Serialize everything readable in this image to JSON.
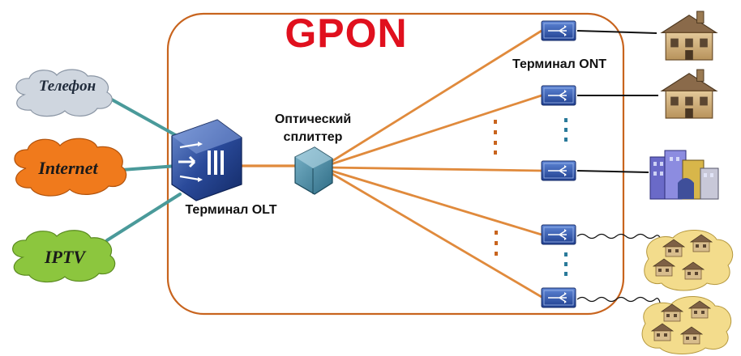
{
  "diagram": {
    "title": "GPON",
    "colors": {
      "title": "#e0101e",
      "frame": "#c8641e",
      "fiber": "#e08a3c",
      "feeder": "#4a9a9a",
      "cloud_phone": "#cfd6df",
      "cloud_internet": "#f07a1c",
      "cloud_iptv": "#8cc63e"
    },
    "services": [
      {
        "label": "Телефон",
        "icon": "cloud-icon"
      },
      {
        "label": "Internet",
        "icon": "cloud-icon"
      },
      {
        "label": "IPTV",
        "icon": "cloud-icon"
      }
    ],
    "olt": {
      "label": "Терминал OLT",
      "icon": "olt-terminal-icon"
    },
    "splitter": {
      "label_line1": "Оптический",
      "label_line2": "сплиттер",
      "icon": "optical-splitter-icon"
    },
    "ont": {
      "label": "Терминал ONT",
      "icon": "ont-terminal-icon"
    },
    "subscribers": [
      {
        "icon": "house-icon"
      },
      {
        "icon": "house-icon"
      },
      {
        "icon": "office-buildings-icon"
      },
      {
        "icon": "village-houses-icon"
      },
      {
        "icon": "village-houses-icon"
      }
    ]
  }
}
